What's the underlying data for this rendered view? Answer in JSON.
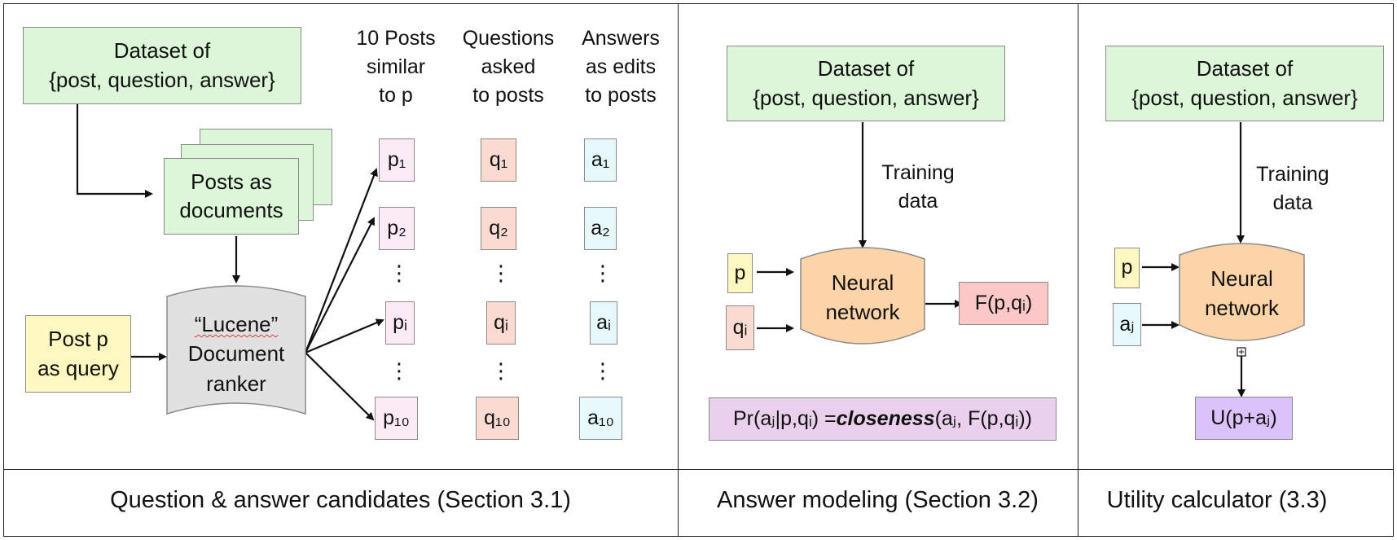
{
  "panel1": {
    "dataset_line1": "Dataset of",
    "dataset_line2": "{post, question, answer}",
    "posts_docs_line1": "Posts as",
    "posts_docs_line2": "documents",
    "query_line1": "Post p",
    "query_line2": "as query",
    "ranker_line1": "“Lucene”",
    "ranker_line2": "Document",
    "ranker_line3": "ranker",
    "col_posts": [
      "10 Posts",
      "similar",
      "to p"
    ],
    "col_questions": [
      "Questions",
      "asked",
      "to posts"
    ],
    "col_answers": [
      "Answers",
      "as edits",
      "to posts"
    ],
    "posts": [
      "p₁",
      "p₂",
      "pᵢ",
      "p₁₀"
    ],
    "questions": [
      "q₁",
      "q₂",
      "qᵢ",
      "q₁₀"
    ],
    "answers": [
      "a₁",
      "a₂",
      "aᵢ",
      "a₁₀"
    ],
    "ellipsis": "⋮",
    "caption": "Question & answer candidates (Section 3.1)"
  },
  "panel2": {
    "dataset_line1": "Dataset of",
    "dataset_line2": "{post, question, answer}",
    "training_line1": "Training",
    "training_line2": "data",
    "input_p": "p",
    "input_q": "qᵢ",
    "nn_line1": "Neural",
    "nn_line2": "network",
    "output": "F(p,qᵢ)",
    "formula_pre": "Pr(aⱼ|p,qᵢ) = ",
    "formula_bold": "closeness",
    "formula_post": "(aⱼ, F(p,qᵢ))",
    "caption": "Answer modeling (Section 3.2)"
  },
  "panel3": {
    "dataset_line1": "Dataset of",
    "dataset_line2": "{post, question, answer}",
    "training_line1": "Training",
    "training_line2": "data",
    "input_p": "p",
    "input_a": "aⱼ",
    "nn_line1": "Neural",
    "nn_line2": "network",
    "output": "U(p+aⱼ)",
    "caption": "Utility calculator (3.3)"
  }
}
